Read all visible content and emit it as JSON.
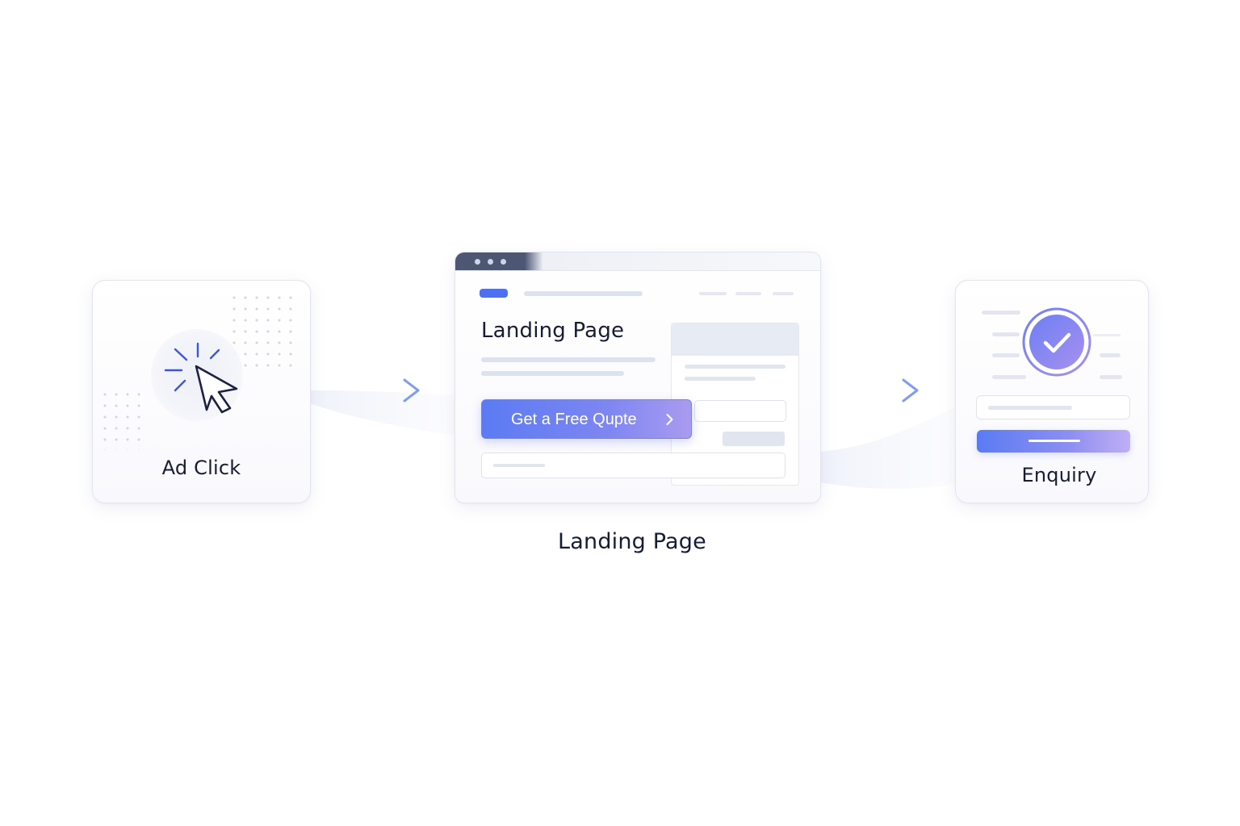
{
  "steps": [
    {
      "label": "Ad Click",
      "icon": "cursor-click-icon"
    },
    {
      "label": "Landing Page",
      "icon": "browser-window-icon"
    },
    {
      "label": "Enquiry",
      "icon": "check-circle-icon"
    }
  ],
  "landing": {
    "heading": "Landing Page",
    "cta_label": "Get a Free Qupte",
    "cta_icon": "chevron-right-icon"
  },
  "colors": {
    "accent_blue": "#5b7bf3",
    "accent_violet": "#a99bf0",
    "text_dark": "#161c33",
    "browser_bar": "#4d5673"
  }
}
